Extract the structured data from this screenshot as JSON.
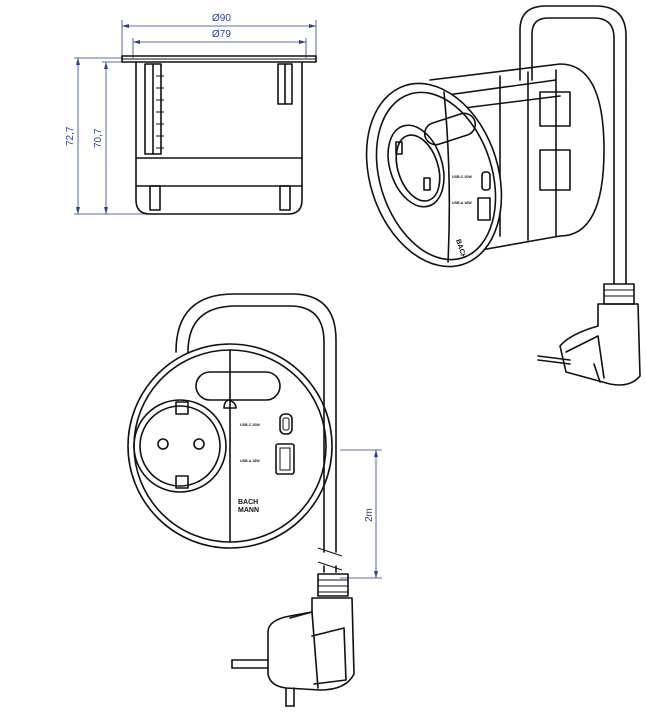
{
  "dimensions": {
    "outer_diameter": "Ø90",
    "inner_diameter": "Ø79",
    "total_height": "72,7",
    "body_height": "70,7",
    "cable_length": "2m"
  },
  "front_view": {
    "usb_c_label": "USB-C 20W",
    "usb_a_label": "USB-A 18W",
    "brand_line1": "BACH",
    "brand_line2": "MANN"
  },
  "perspective_view": {
    "usb_c_label": "USB-C 20W",
    "usb_a_label": "USB-A 18W",
    "brand": "BACH"
  },
  "colors": {
    "line": "#111111",
    "dimension": "#2b3f8c",
    "background": "#ffffff"
  }
}
